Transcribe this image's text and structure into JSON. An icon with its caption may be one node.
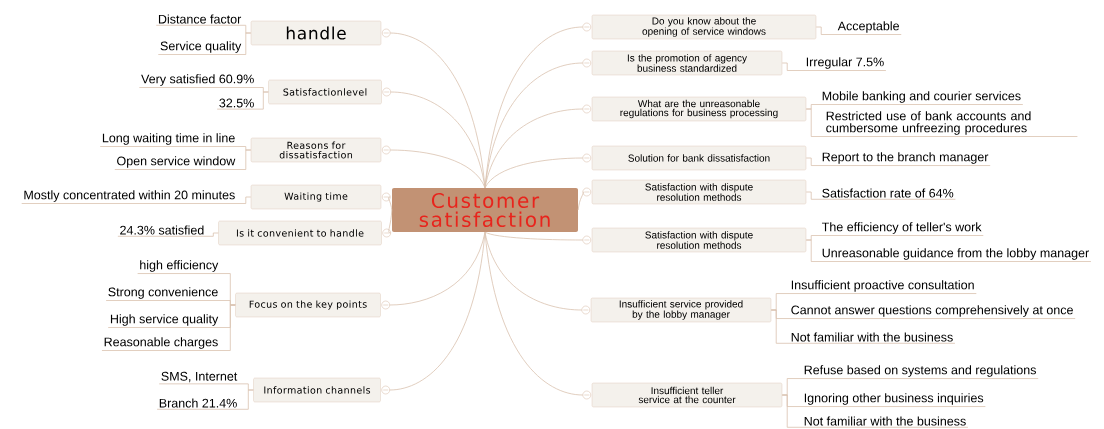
{
  "diagram": {
    "nodes": [
      {
        "text": [
          "Customer satisfaction"
        ]
      },
      {
        "text": [
          "handle"
        ]
      },
      {
        "text": [
          "Distance factor"
        ]
      },
      {
        "text": [
          "Service quality"
        ]
      },
      {
        "text": [
          "Satisfactionlevel"
        ]
      },
      {
        "text": [
          "Very satisfied 60.9%"
        ]
      },
      {
        "text": [
          "32.5%"
        ]
      },
      {
        "text": [
          "Reasons for dissatisfaction"
        ]
      },
      {
        "text": [
          "Long waiting time in line"
        ]
      },
      {
        "text": [
          "Open service window"
        ]
      },
      {
        "text": [
          "Waiting time"
        ]
      },
      {
        "text": [
          "Mostly concentrated within 20 minutes"
        ]
      },
      {
        "text": [
          "Is it convenient to handle"
        ]
      },
      {
        "text": [
          "24.3% satisfied"
        ]
      },
      {
        "text": [
          "Focus on the key points"
        ]
      },
      {
        "text": [
          "high efficiency"
        ]
      },
      {
        "text": [
          "Strong convenience"
        ]
      },
      {
        "text": [
          "High service quality"
        ]
      },
      {
        "text": [
          "Reasonable charges"
        ]
      },
      {
        "text": [
          "Information channels"
        ]
      },
      {
        "text": [
          "SMS, Internet"
        ]
      },
      {
        "text": [
          "Branch 21.4%"
        ]
      },
      {
        "text": [
          "Do you know about the opening of service windows"
        ]
      },
      {
        "text": [
          "Acceptable"
        ]
      },
      {
        "text": [
          "Is the promotion of agency business standardized"
        ]
      },
      {
        "text": [
          "Irregular 7.5%"
        ]
      },
      {
        "text": [
          "What are the unreasonable regulations for business processing"
        ]
      },
      {
        "text": [
          "Mobile banking and courier services"
        ]
      },
      {
        "text": [
          "Restricted use of bank accounts and cumbersome unfreezing procedures"
        ]
      },
      {
        "text": [
          "Solution for bank dissatisfaction"
        ]
      },
      {
        "text": [
          "Report to the branch manager"
        ]
      },
      {
        "text": [
          "Satisfaction with dispute resolution methods"
        ]
      },
      {
        "text": [
          "Satisfaction rate of 64%"
        ]
      },
      {
        "text": [
          "Satisfaction with dispute resolution methods"
        ]
      },
      {
        "text": [
          "The efficiency of teller's work"
        ]
      },
      {
        "text": [
          "Unreasonable guidance from the lobby manager"
        ]
      },
      {
        "text": [
          "Insufficient service provided by the lobby manager"
        ]
      },
      {
        "text": [
          "Insufficient proactive consultation"
        ]
      },
      {
        "text": [
          "Cannot answer questions comprehensively at once"
        ]
      },
      {
        "text": [
          "Not familiar with the business"
        ]
      },
      {
        "text": [
          "Insufficient teller service at the counter"
        ]
      },
      {
        "text": [
          "Refuse based on systems and regulations"
        ]
      },
      {
        "text": [
          "Ignoring other business inquiries"
        ]
      },
      {
        "text": [
          "Not familiar with the business"
        ]
      }
    ],
    "edges": [
      {
        "from": 0,
        "to": 1,
        "arrow": "none"
      },
      {
        "from": 1,
        "to": 2,
        "arrow": "none"
      },
      {
        "from": 1,
        "to": 3,
        "arrow": "none"
      },
      {
        "from": 0,
        "to": 4,
        "arrow": "none"
      },
      {
        "from": 4,
        "to": 5,
        "arrow": "none"
      },
      {
        "from": 4,
        "to": 6,
        "arrow": "none"
      },
      {
        "from": 0,
        "to": 7,
        "arrow": "none"
      },
      {
        "from": 7,
        "to": 8,
        "arrow": "none"
      },
      {
        "from": 7,
        "to": 9,
        "arrow": "none"
      },
      {
        "from": 0,
        "to": 10,
        "arrow": "none"
      },
      {
        "from": 10,
        "to": 11,
        "arrow": "none"
      },
      {
        "from": 0,
        "to": 12,
        "arrow": "none"
      },
      {
        "from": 12,
        "to": 13,
        "arrow": "none"
      },
      {
        "from": 0,
        "to": 14,
        "arrow": "none"
      },
      {
        "from": 14,
        "to": 15,
        "arrow": "none"
      },
      {
        "from": 14,
        "to": 16,
        "arrow": "none"
      },
      {
        "from": 14,
        "to": 17,
        "arrow": "none"
      },
      {
        "from": 14,
        "to": 18,
        "arrow": "none"
      },
      {
        "from": 0,
        "to": 19,
        "arrow": "none"
      },
      {
        "from": 19,
        "to": 20,
        "arrow": "none"
      },
      {
        "from": 19,
        "to": 21,
        "arrow": "none"
      },
      {
        "from": 0,
        "to": 22,
        "arrow": "none"
      },
      {
        "from": 22,
        "to": 23,
        "arrow": "none"
      },
      {
        "from": 0,
        "to": 24,
        "arrow": "none"
      },
      {
        "from": 24,
        "to": 25,
        "arrow": "none"
      },
      {
        "from": 0,
        "to": 26,
        "arrow": "none"
      },
      {
        "from": 26,
        "to": 27,
        "arrow": "none"
      },
      {
        "from": 26,
        "to": 28,
        "arrow": "none"
      },
      {
        "from": 0,
        "to": 29,
        "arrow": "none"
      },
      {
        "from": 29,
        "to": 30,
        "arrow": "none"
      },
      {
        "from": 0,
        "to": 31,
        "arrow": "none"
      },
      {
        "from": 31,
        "to": 32,
        "arrow": "none"
      },
      {
        "from": 0,
        "to": 33,
        "arrow": "none"
      },
      {
        "from": 33,
        "to": 34,
        "arrow": "none"
      },
      {
        "from": 33,
        "to": 35,
        "arrow": "none"
      },
      {
        "from": 0,
        "to": 36,
        "arrow": "none"
      },
      {
        "from": 36,
        "to": 37,
        "arrow": "none"
      },
      {
        "from": 36,
        "to": 38,
        "arrow": "none"
      },
      {
        "from": 36,
        "to": 39,
        "arrow": "none"
      },
      {
        "from": 0,
        "to": 40,
        "arrow": "none"
      },
      {
        "from": 40,
        "to": 41,
        "arrow": "none"
      },
      {
        "from": 40,
        "to": 42,
        "arrow": "none"
      },
      {
        "from": 40,
        "to": 43,
        "arrow": "none"
      }
    ]
  }
}
